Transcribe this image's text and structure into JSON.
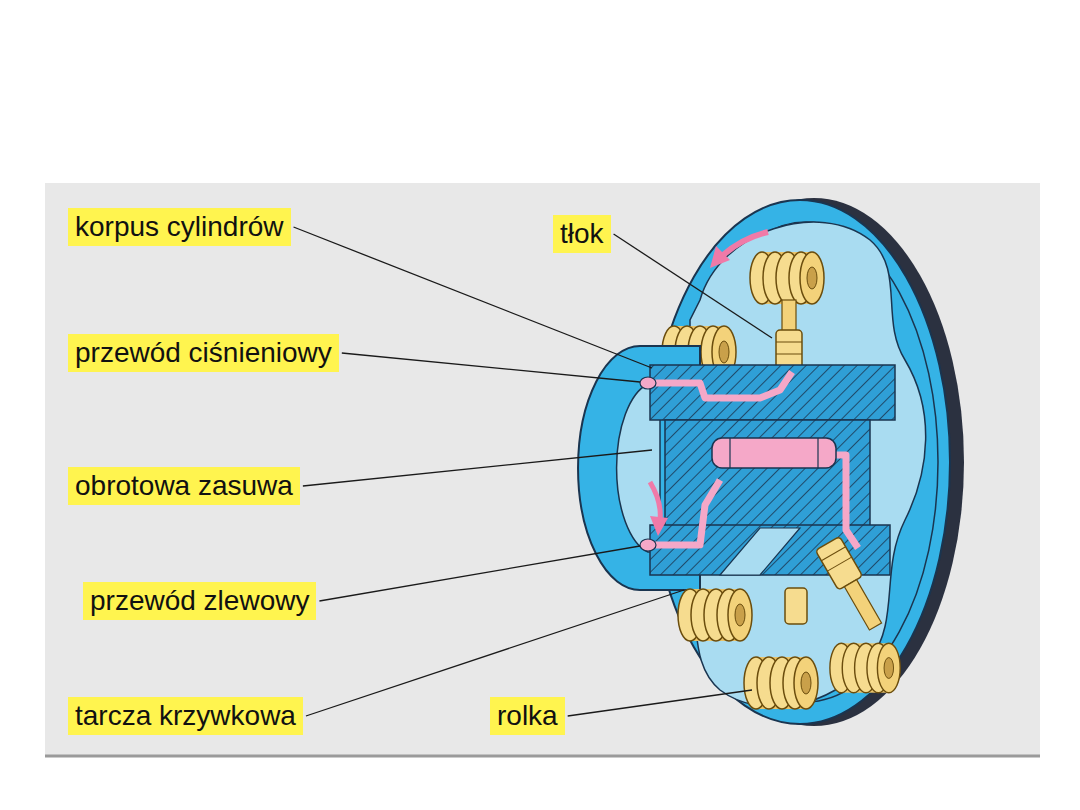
{
  "diagram": {
    "labels": [
      "korpus cylindrów",
      "tłok",
      "przewód ciśnieniowy",
      "obrotowa zasuwa",
      "przewód zlewowy",
      "tarcza krzywkowa",
      "rolka"
    ]
  }
}
